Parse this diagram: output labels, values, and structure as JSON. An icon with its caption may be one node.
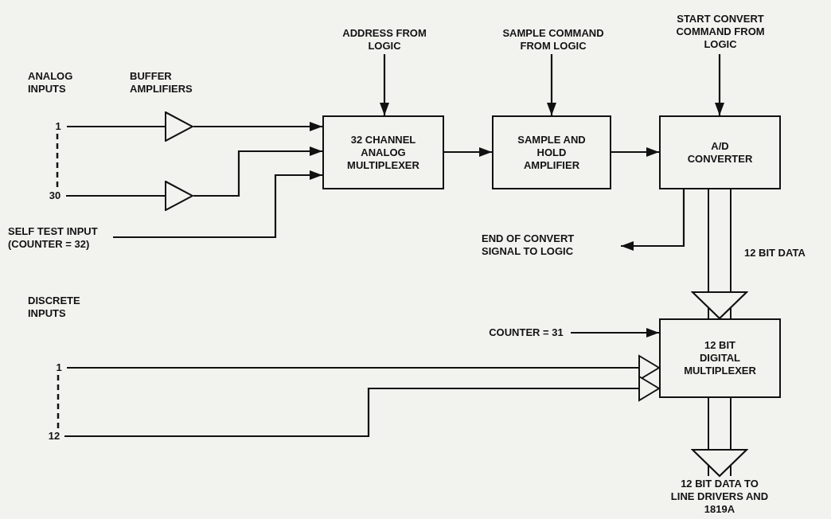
{
  "diagram": {
    "nodes": [
      {
        "text": [
          "1"
        ]
      },
      {
        "text": [
          "30"
        ]
      },
      {
        "text": [],
        "shape": "triangle"
      },
      {
        "text": [],
        "shape": "triangle"
      },
      {
        "text": [
          "SELF TEST INPUT (COUNTER = 32)"
        ]
      },
      {
        "text": [
          "ADDRESS FROM LOGIC"
        ]
      },
      {
        "text": [
          "32 CHANNEL ANALOG MULTIPLEXER"
        ]
      },
      {
        "text": [
          "SAMPLE COMMAND FROM LOGIC"
        ]
      },
      {
        "text": [
          "SAMPLE AND HOLD AMPLIFIER"
        ]
      },
      {
        "text": [
          "START CONVERT COMMAND FROM LOGIC"
        ]
      },
      {
        "text": [
          "A/D CONVERTER"
        ]
      },
      {
        "text": [
          "END OF CONVERT SIGNAL TO LOGIC"
        ]
      },
      {
        "text": [
          "COUNTER = 31"
        ]
      },
      {
        "text": [
          "12 BIT DIGITAL MULTIPLEXER"
        ]
      },
      {
        "text": [
          "1"
        ]
      },
      {
        "text": [
          "12"
        ]
      },
      {
        "text": [
          "12 BIT DATA TO LINE DRIVERS AND 1819A"
        ]
      }
    ],
    "edges": [
      {
        "from": 0,
        "to": 2,
        "arrow": "none"
      },
      {
        "from": 2,
        "to": 6,
        "arrow": "to"
      },
      {
        "from": 1,
        "to": 3,
        "arrow": "none"
      },
      {
        "from": 3,
        "to": 6,
        "arrow": "to"
      },
      {
        "from": 4,
        "to": 6,
        "arrow": "to"
      },
      {
        "from": 5,
        "to": 6,
        "arrow": "to"
      },
      {
        "from": 6,
        "to": 8,
        "arrow": "to"
      },
      {
        "from": 7,
        "to": 8,
        "arrow": "to"
      },
      {
        "from": 8,
        "to": 10,
        "arrow": "to"
      },
      {
        "from": 9,
        "to": 10,
        "arrow": "to"
      },
      {
        "from": 10,
        "to": 11,
        "arrow": "to"
      },
      {
        "from": 10,
        "to": 13,
        "arrow": "to",
        "style": "thick",
        "label": "12 BIT DATA"
      },
      {
        "from": 12,
        "to": 13,
        "arrow": "to"
      },
      {
        "from": 14,
        "to": 13,
        "arrow": "to"
      },
      {
        "from": 15,
        "to": 13,
        "arrow": "to"
      },
      {
        "from": 13,
        "to": 16,
        "arrow": "to",
        "style": "thick"
      },
      {
        "from": 0,
        "to": 1,
        "arrow": "none",
        "style": "dashed"
      },
      {
        "from": 14,
        "to": 15,
        "arrow": "none",
        "style": "dashed"
      }
    ],
    "labels": [
      "ANALOG INPUTS",
      "BUFFER AMPLIFIERS",
      "DISCRETE INPUTS"
    ]
  }
}
